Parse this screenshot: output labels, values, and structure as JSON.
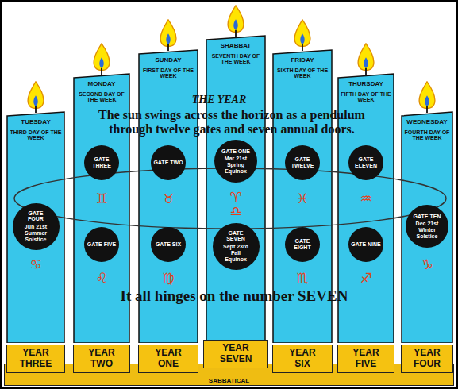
{
  "diagram": {
    "title": "THE YEAR",
    "nodes": [
      {
        "text": [
          "TUESDAY",
          "THIRD DAY OF THE WEEK"
        ]
      },
      {
        "text": [
          "GATE FOUR",
          "Jun 21st Summer Solstice"
        ],
        "in": 0
      },
      {
        "text": [
          "MONDAY",
          "SECOND DAY OF THE WEEK"
        ]
      },
      {
        "text": [
          "GATE THREE"
        ],
        "in": 2
      },
      {
        "text": [
          "GATE FIVE"
        ],
        "in": 2
      },
      {
        "text": [
          "SUNDAY",
          "FIRST DAY OF THE WEEK"
        ]
      },
      {
        "text": [
          "GATE TWO"
        ],
        "in": 5
      },
      {
        "text": [
          "GATE SIX"
        ],
        "in": 5
      },
      {
        "text": [
          "SHABBAT",
          "SEVENTH DAY OF THE WEEK"
        ]
      },
      {
        "text": [
          "GATE ONE",
          "Mar 21st Spring Equinox"
        ],
        "in": 8
      },
      {
        "text": [
          "GATE SEVEN",
          "Sept 23rd Fall Equinox"
        ],
        "in": 8
      },
      {
        "text": [
          "FRIDAY",
          "SIXTH DAY OF THE WEEK"
        ]
      },
      {
        "text": [
          "GATE TWELVE"
        ],
        "in": 11
      },
      {
        "text": [
          "GATE EIGHT"
        ],
        "in": 11
      },
      {
        "text": [
          "THURSDAY",
          "FIFTH DAY OF THE WEEK"
        ]
      },
      {
        "text": [
          "GATE ELEVEN"
        ],
        "in": 14
      },
      {
        "text": [
          "GATE NINE"
        ],
        "in": 14
      },
      {
        "text": [
          "WEDNESDAY",
          "FOURTH DAY OF THE WEEK"
        ]
      },
      {
        "text": [
          "GATE TEN",
          "Dec 21st Winter Solstice"
        ],
        "in": 17
      },
      {
        "text": [
          "YEAR THREE"
        ]
      },
      {
        "text": [
          "YEAR TWO"
        ]
      },
      {
        "text": [
          "YEAR ONE"
        ]
      },
      {
        "text": [
          "YEAR SEVEN"
        ]
      },
      {
        "text": [
          "YEAR SIX"
        ]
      },
      {
        "text": [
          "YEAR FIVE"
        ]
      },
      {
        "text": [
          "YEAR FOUR"
        ]
      },
      {
        "text": [
          "SABBATICAL"
        ]
      }
    ],
    "labels": [
      "The sun swings across the horizon as a pendulum through twelve gates and seven annual doors.",
      "It all hinges on the number SEVEN",
      "♋",
      "♊",
      "♌",
      "♉",
      "♍",
      "♈",
      "♎",
      "♓",
      "♏",
      "♒",
      "♐",
      "♑"
    ]
  }
}
